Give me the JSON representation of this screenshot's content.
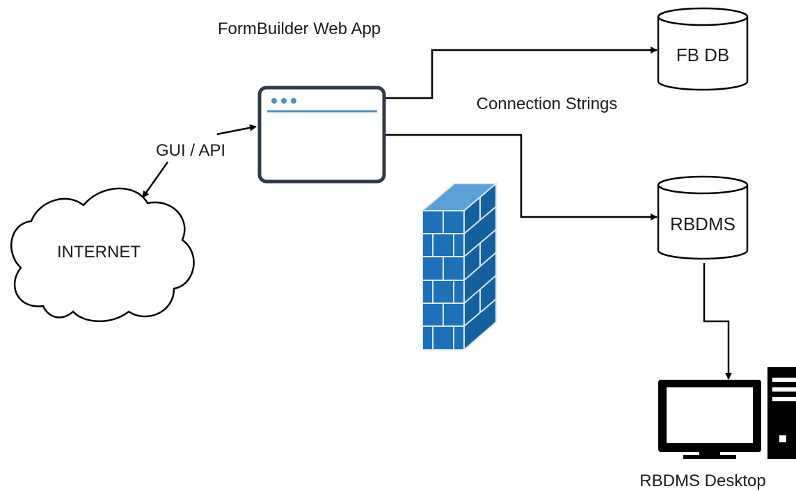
{
  "labels": {
    "web_app": "FormBuilder Web App",
    "fb_db": "FB DB",
    "connection_strings": "Connection Strings",
    "gui_api": "GUI / API",
    "internet": "INTERNET",
    "rbdms": "RBDMS",
    "rbdms_desktop": "RBDMS Desktop"
  },
  "icons": {
    "web_app": "browser-window-icon",
    "fb_db": "database-cylinder-icon",
    "rbdms": "database-cylinder-icon",
    "internet": "cloud-icon",
    "firewall": "firewall-icon",
    "desktop": "desktop-computer-icon"
  },
  "colors": {
    "line": "#000000",
    "window_border": "#2f3b47",
    "window_accent": "#4a90c8",
    "firewall_face": "#1d71b8",
    "firewall_side": "#15609f",
    "firewall_mortar": "#dbe9f5"
  }
}
